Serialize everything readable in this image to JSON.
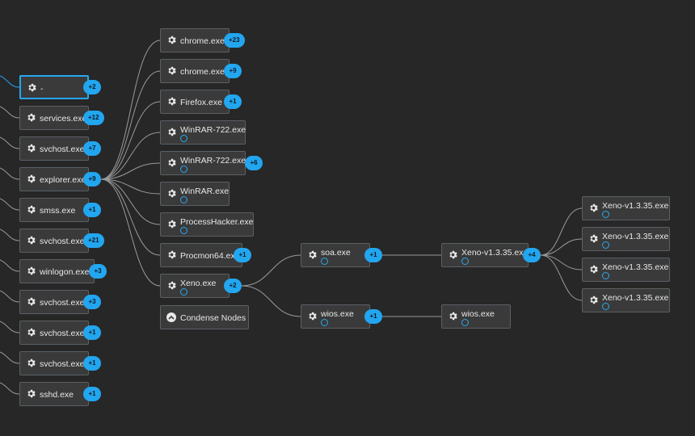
{
  "colors": {
    "background": "#272727",
    "accent": "#22a6f0",
    "node": "#3a3a3a",
    "edge": "#9a9a9a"
  },
  "icons": {
    "process": "gear-icon",
    "condense": "chevron-up-icon",
    "status": "ring-icon"
  },
  "nodes": [
    {
      "id": "n-dash",
      "label": "-",
      "badge": "+2",
      "selected": true,
      "ring": false
    },
    {
      "id": "n-services",
      "label": "services.exe",
      "badge": "+12",
      "ring": false
    },
    {
      "id": "n-svchost1",
      "label": "svchost.exe",
      "badge": "+7",
      "ring": false
    },
    {
      "id": "n-explorer",
      "label": "explorer.exe",
      "badge": "+9",
      "ring": false
    },
    {
      "id": "n-smss",
      "label": "smss.exe",
      "badge": "+1",
      "ring": false
    },
    {
      "id": "n-svchost2",
      "label": "svchost.exe",
      "badge": "+21",
      "ring": false
    },
    {
      "id": "n-winlogon",
      "label": "winlogon.exe",
      "badge": "+3",
      "ring": false
    },
    {
      "id": "n-svchost3",
      "label": "svchost.exe",
      "badge": "+3",
      "ring": false
    },
    {
      "id": "n-svchost4",
      "label": "svchost.exe",
      "badge": "+1",
      "ring": false
    },
    {
      "id": "n-svchost5",
      "label": "svchost.exe",
      "badge": "+1",
      "ring": false
    },
    {
      "id": "n-sshd",
      "label": "sshd.exe",
      "badge": "+1",
      "ring": false
    },
    {
      "id": "c-chrome1",
      "label": "chrome.exe",
      "badge": "+23",
      "ring": false
    },
    {
      "id": "c-chrome2",
      "label": "chrome.exe",
      "badge": "+9",
      "ring": false
    },
    {
      "id": "c-firefox",
      "label": "Firefox.exe",
      "badge": "+1",
      "ring": false
    },
    {
      "id": "c-winrar1",
      "label": "WinRAR-722.exe",
      "badge": "",
      "ring": true
    },
    {
      "id": "c-winrar2",
      "label": "WinRAR-722.exe",
      "badge": "+6",
      "ring": true
    },
    {
      "id": "c-winrar3",
      "label": "WinRAR.exe",
      "badge": "",
      "ring": true
    },
    {
      "id": "c-phacker",
      "label": "ProcessHacker.exe",
      "badge": "",
      "ring": true
    },
    {
      "id": "c-procmon",
      "label": "Procmon64.exe",
      "badge": "+1",
      "ring": false
    },
    {
      "id": "c-xeno",
      "label": "Xeno.exe",
      "badge": "+2",
      "ring": true
    },
    {
      "id": "d-soa",
      "label": "soa.exe",
      "badge": "+1",
      "ring": true
    },
    {
      "id": "d-wios",
      "label": "wios.exe",
      "badge": "+1",
      "ring": true
    },
    {
      "id": "e-xeno",
      "label": "Xeno-v1.3.35.exe",
      "badge": "+4",
      "ring": true
    },
    {
      "id": "e-wios",
      "label": "wios.exe",
      "badge": "",
      "ring": true
    },
    {
      "id": "f-xeno1",
      "label": "Xeno-v1.3.35.exe",
      "badge": "",
      "ring": true
    },
    {
      "id": "f-xeno2",
      "label": "Xeno-v1.3.35.exe",
      "badge": "",
      "ring": true
    },
    {
      "id": "f-xeno3",
      "label": "Xeno-v1.3.35.exe",
      "badge": "",
      "ring": true
    },
    {
      "id": "f-xeno4",
      "label": "Xeno-v1.3.35.exe",
      "badge": "",
      "ring": true
    }
  ],
  "condense": {
    "label": "Condense Nodes"
  }
}
